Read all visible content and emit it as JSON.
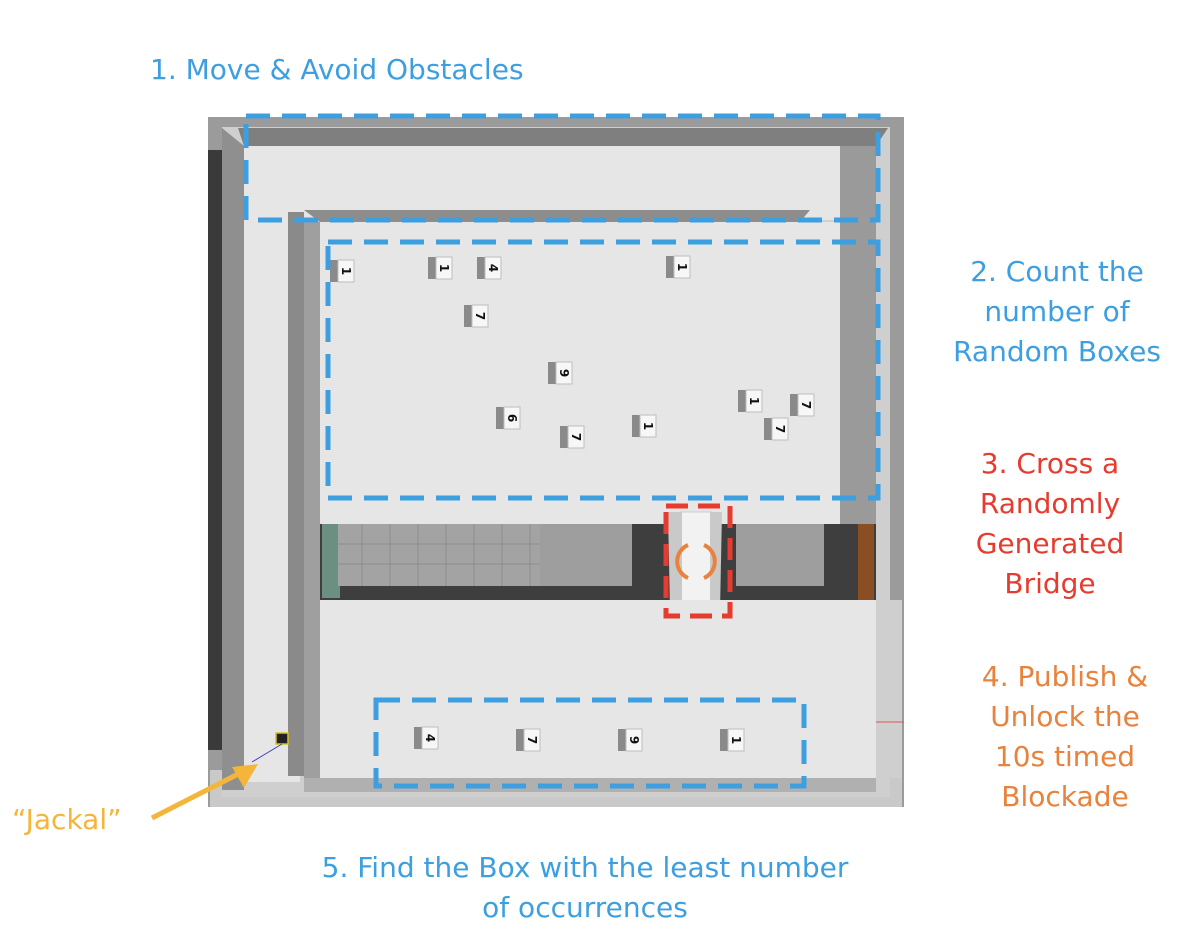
{
  "annotations": {
    "step1": "1. Move & Avoid Obstacles",
    "step2": [
      "2. Count the",
      "number of",
      "Random Boxes"
    ],
    "step3": [
      "3. Cross a",
      "Randomly",
      "Generated",
      "Bridge"
    ],
    "step4": [
      "4. Publish &",
      "Unlock the",
      "10s timed",
      "Blockade"
    ],
    "step5": [
      "5. Find the Box with the least number",
      "of occurrences"
    ],
    "robot": "“Jackal”"
  },
  "colors": {
    "blue": "#3d9fe0",
    "red": "#e63b2e",
    "orange": "#e8823c",
    "yellow": "#f3b53a"
  },
  "boxes": {
    "arena": [
      "1",
      "1",
      "4",
      "1",
      "7",
      "9",
      "6",
      "7",
      "1",
      "1",
      "7",
      "7"
    ],
    "final": [
      "4",
      "7",
      "9",
      "1"
    ]
  }
}
